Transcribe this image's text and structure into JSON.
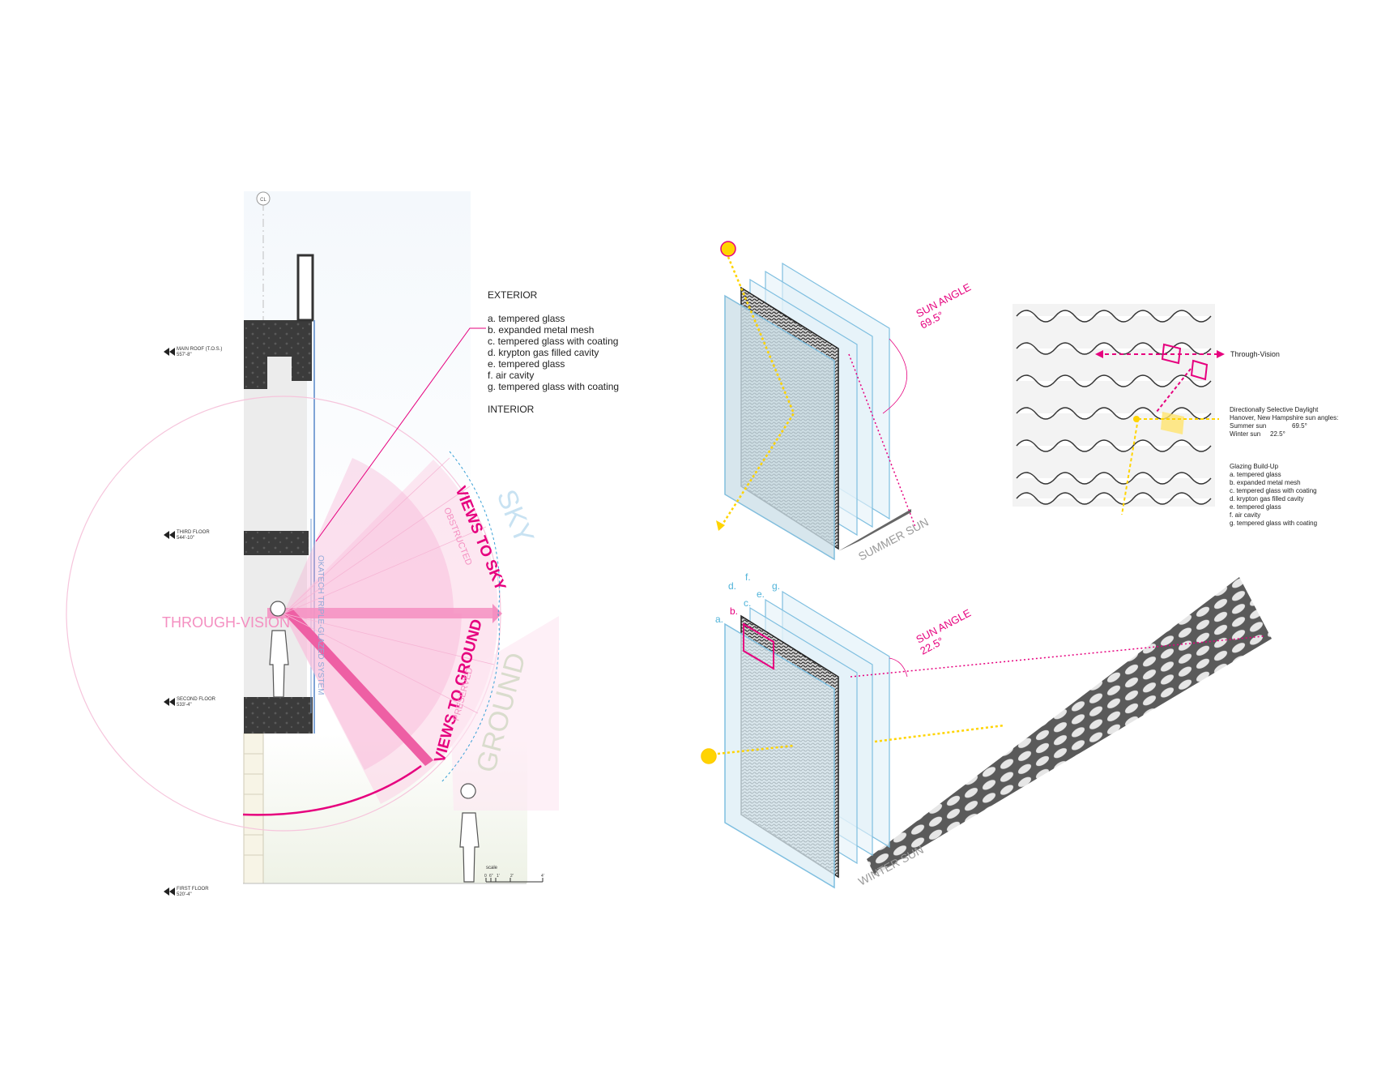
{
  "colors": {
    "magenta": "#e6007e",
    "pink": "#f7a8d0",
    "pink_light": "#fbd3e6",
    "yellow": "#ffd400",
    "cyan": "#4fb3d9",
    "glass": "#cfe8f4",
    "dark": "#3a3a3a",
    "grey_text": "#9a9a9a"
  },
  "section": {
    "cl_label": "CL",
    "levels": [
      {
        "name": "MAIN ROOF (T.O.S.)",
        "elev": "557'-8\""
      },
      {
        "name": "THIRD FLOOR",
        "elev": "544'-10\""
      },
      {
        "name": "SECOND FLOOR",
        "elev": "533'-4\""
      },
      {
        "name": "FIRST FLOOR",
        "elev": "520'-4\""
      }
    ],
    "through_vision": "THROUGH-VISION",
    "system_label": "OKATECH TRIPLE-GLAZED SYSTEM",
    "views_to_sky": "VIEWS TO SKY",
    "obstructed": "OBSTRUCTED",
    "views_to_ground": "VIEWS TO GROUND",
    "preserved": "PRESERVED",
    "sky": "SKY",
    "ground": "GROUND",
    "scale_label": "scale",
    "scale_ticks": [
      "0",
      "6\"",
      "1'",
      "2'",
      "4'"
    ]
  },
  "legend": {
    "exterior": "EXTERIOR",
    "items": [
      "a. tempered glass",
      "b. expanded metal mesh",
      "c. tempered glass with coating",
      "d. krypton gas filled cavity",
      "e. tempered glass",
      "f.  air cavity",
      "g. tempered glass with coating"
    ],
    "interior": "INTERIOR"
  },
  "summer": {
    "sun_angle_label": "SUN ANGLE",
    "sun_angle_value": "69.5°",
    "caption": "SUMMER SUN"
  },
  "winter": {
    "sun_angle_label": "SUN ANGLE",
    "sun_angle_value": "22.5°",
    "caption": "WINTER SUN",
    "layer_letters": [
      "a.",
      "b.",
      "c.",
      "d.",
      "e.",
      "f.",
      "g."
    ]
  },
  "mesh_detail": {
    "through_vision": "Through-Vision",
    "daylight_title": "Directionally Selective Daylight",
    "daylight_sub": "Hanover, New Hampshire sun angles:",
    "summer_label": "Summer sun",
    "summer_value": "69.5°",
    "winter_label": "Winter sun",
    "winter_value": "22.5°",
    "buildup_title": "Glazing Build-Up",
    "buildup_items": [
      "a. tempered glass",
      "b. expanded metal mesh",
      "c. tempered glass with coating",
      "d. krypton gas filled cavity",
      "e. tempered glass",
      "f.  air cavity",
      "g. tempered glass with coating"
    ]
  }
}
